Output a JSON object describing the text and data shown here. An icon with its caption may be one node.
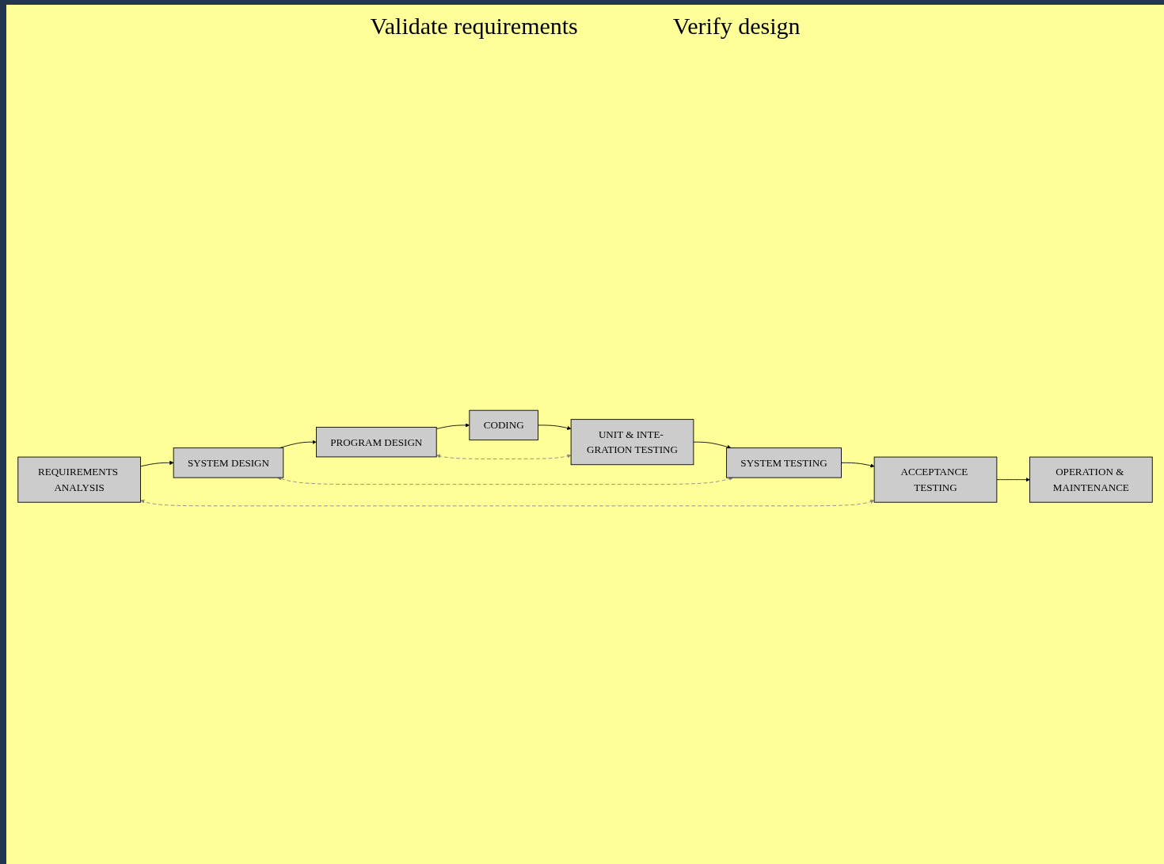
{
  "diagram": {
    "nodes": [
      {
        "text": [
          "REQUIREMENTS ANALYSIS"
        ]
      },
      {
        "text": [
          "SYSTEM DESIGN"
        ]
      },
      {
        "text": [
          "PROGRAM DESIGN"
        ]
      },
      {
        "text": [
          "CODING"
        ]
      },
      {
        "text": [
          "UNIT & INTE- GRATION TESTING"
        ]
      },
      {
        "text": [
          "SYSTEM TESTING"
        ]
      },
      {
        "text": [
          "ACCEPTANCE TESTING"
        ]
      },
      {
        "text": [
          "OPERATION & MAINTENANCE"
        ]
      }
    ],
    "edges": [
      {
        "from": 0,
        "to": 1,
        "arrow": "to"
      },
      {
        "from": 1,
        "to": 2,
        "arrow": "to"
      },
      {
        "from": 2,
        "to": 3,
        "arrow": "to"
      },
      {
        "from": 3,
        "to": 4,
        "arrow": "to"
      },
      {
        "from": 4,
        "to": 5,
        "arrow": "to"
      },
      {
        "from": 5,
        "to": 6,
        "arrow": "to"
      },
      {
        "from": 6,
        "to": 7,
        "arrow": "to"
      },
      {
        "from": 6,
        "to": 0,
        "arrow": "both",
        "style": "dashed",
        "color": "#888888"
      },
      {
        "from": 5,
        "to": 1,
        "arrow": "both",
        "style": "dashed",
        "color": "#888888"
      },
      {
        "from": 2,
        "to": 4,
        "arrow": "both",
        "style": "dashed",
        "color": "#888888"
      }
    ],
    "labels": [
      "Validate requirements",
      "Verify design"
    ]
  }
}
